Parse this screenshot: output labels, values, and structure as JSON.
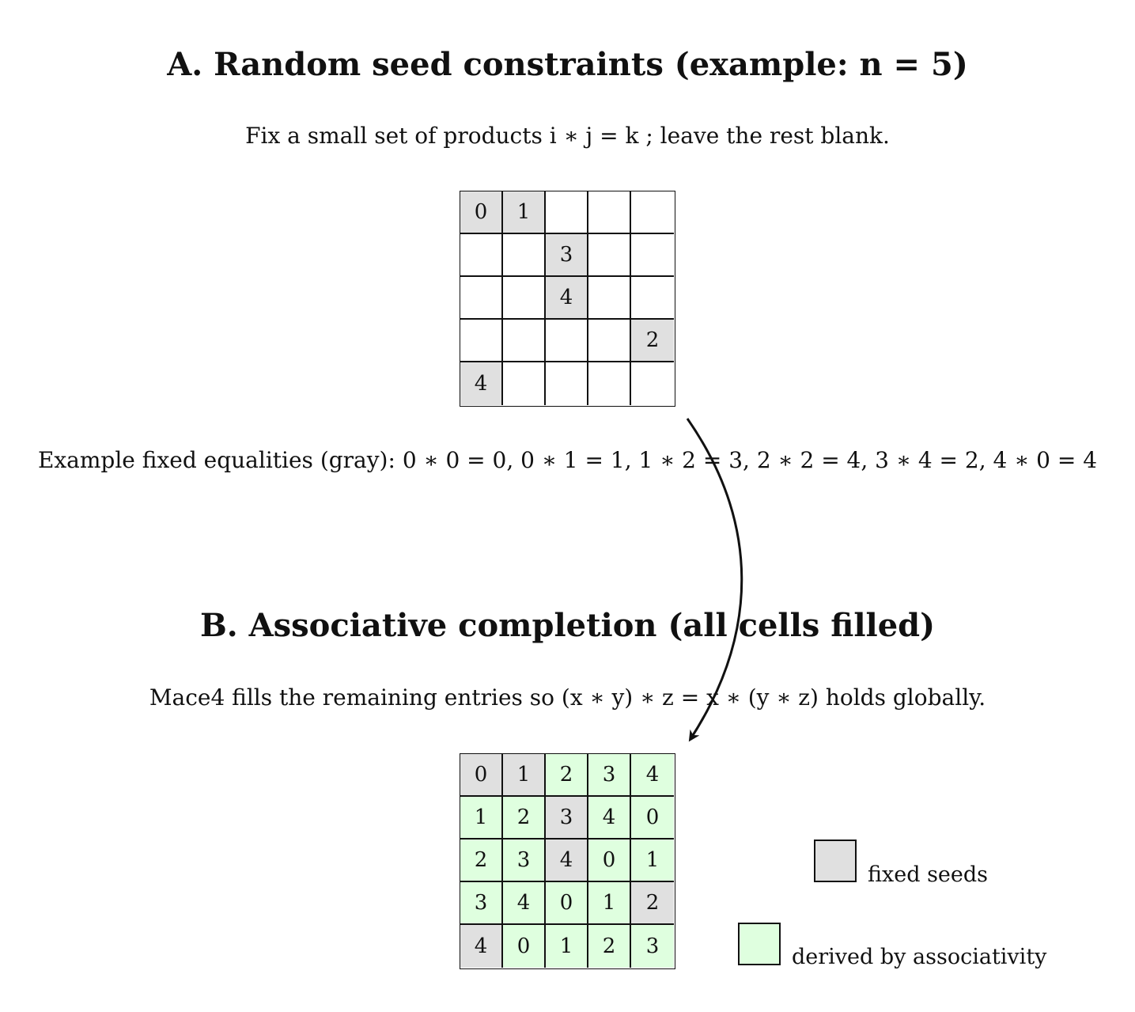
{
  "section_a": {
    "title": "A. Random seed constraints (example: n = 5)",
    "subtitle": "Fix a small set of products  i ∗ j = k ; leave the rest blank.",
    "grid": [
      [
        "0",
        "1",
        "",
        "",
        ""
      ],
      [
        "",
        "",
        "3",
        "",
        ""
      ],
      [
        "",
        "",
        "4",
        "",
        ""
      ],
      [
        "",
        "",
        "",
        "",
        "2"
      ],
      [
        "4",
        "",
        "",
        "",
        ""
      ]
    ],
    "equalities": "Example fixed equalities (gray):  0 ∗ 0 = 0,  0 ∗ 1 = 1,  1 ∗ 2 = 3,  2 ∗ 2 = 4,  3 ∗ 4 = 2,  4 ∗ 0 = 4"
  },
  "section_b": {
    "title": "B. Associative completion (all cells filled)",
    "subtitle": "Mace4 fills the remaining entries so (x ∗ y) ∗ z = x ∗ (y ∗ z) holds globally.",
    "grid": [
      [
        "0",
        "1",
        "2",
        "3",
        "4"
      ],
      [
        "1",
        "2",
        "3",
        "4",
        "0"
      ],
      [
        "2",
        "3",
        "4",
        "0",
        "1"
      ],
      [
        "3",
        "4",
        "0",
        "1",
        "2"
      ],
      [
        "4",
        "0",
        "1",
        "2",
        "3"
      ]
    ],
    "fixed_cells": [
      [
        0,
        0
      ],
      [
        0,
        1
      ],
      [
        1,
        2
      ],
      [
        2,
        2
      ],
      [
        3,
        4
      ],
      [
        4,
        0
      ]
    ]
  },
  "legend": {
    "fixed_label": "fixed seeds",
    "derived_label": "derived by associativity"
  },
  "colors": {
    "fixed": "#e0e0e0",
    "derived": "#dfffdf",
    "empty": "#ffffff",
    "line": "#111111"
  }
}
